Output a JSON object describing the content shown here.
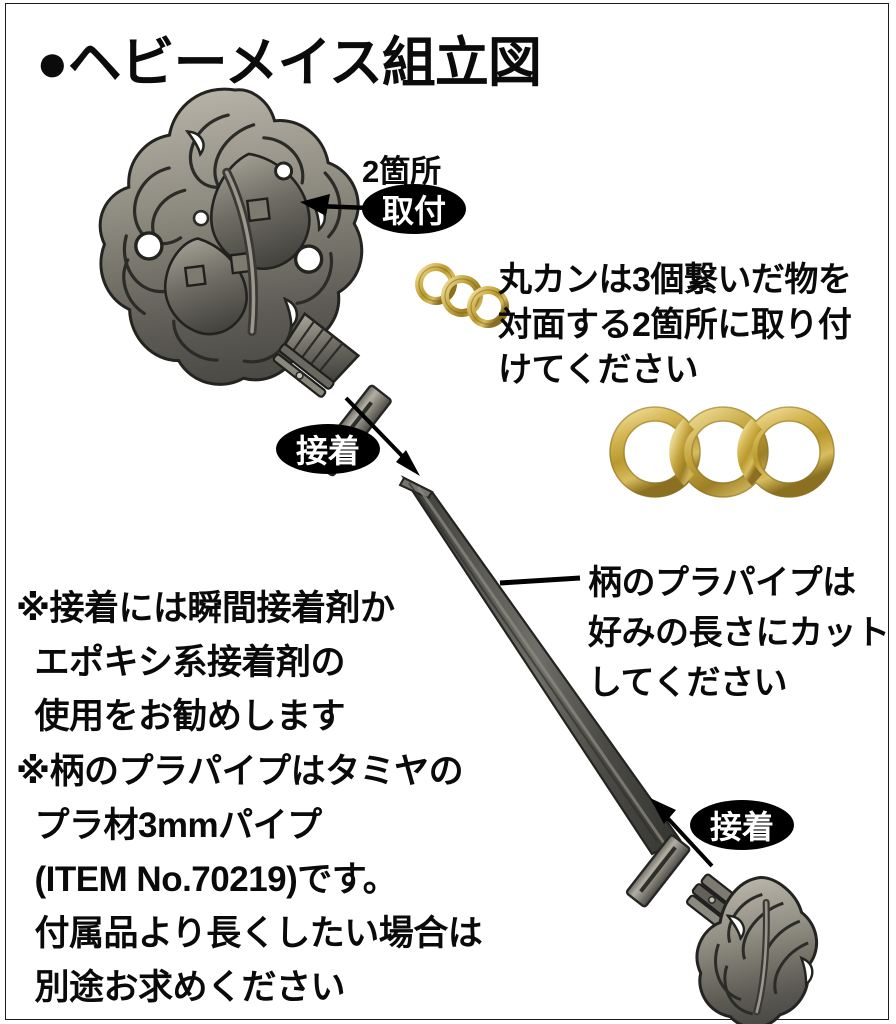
{
  "document": {
    "title": "●ヘビーメイス組立図",
    "language": "ja"
  },
  "labels": {
    "count_note": "2箇所",
    "attach_badge": "取付",
    "glue_badge_top": "接着",
    "glue_badge_bottom": "接着"
  },
  "callouts": {
    "rings_instruction": "丸カンは3個繋いだ物を\n対面する2箇所に取り付\nけてください",
    "pipe_instruction": "柄のプラパイプは\n好みの長さにカット\nしてください"
  },
  "notes": {
    "adhesive": "※接着には瞬間接着剤か\n  エポキシ系接着剤の\n  使用をお勧めします",
    "plastic_pipe": "※柄のプラパイプはタミヤの\n  プラ材3mmパイプ\n  (ITEM No.70219)です。\n  付属品より長くしたい場合は\n  別途お求めください"
  },
  "parts": {
    "mace_head": "heavy-mace-head",
    "shaft_pipe": "plastic-pipe-shaft",
    "pommel": "mace-pommel",
    "jump_rings_small": "jump-rings-small-trio",
    "jump_rings_large": "jump-rings-large-trio"
  },
  "colors": {
    "background": "#ffffff",
    "ink": "#0a0a0a",
    "border": "#1c1c1c",
    "badge_fill": "#000000",
    "badge_text": "#ffffff",
    "metal_light": "#b8b4aa",
    "metal_mid": "#8a877d",
    "metal_dark": "#4b4a45",
    "metal_outline": "#2a2a28",
    "pipe_body": "#4a4a46",
    "pipe_highlight": "#6e6e68",
    "gold_light": "#e0c870",
    "gold_mid": "#c9a93f",
    "gold_dark": "#8e7322"
  }
}
